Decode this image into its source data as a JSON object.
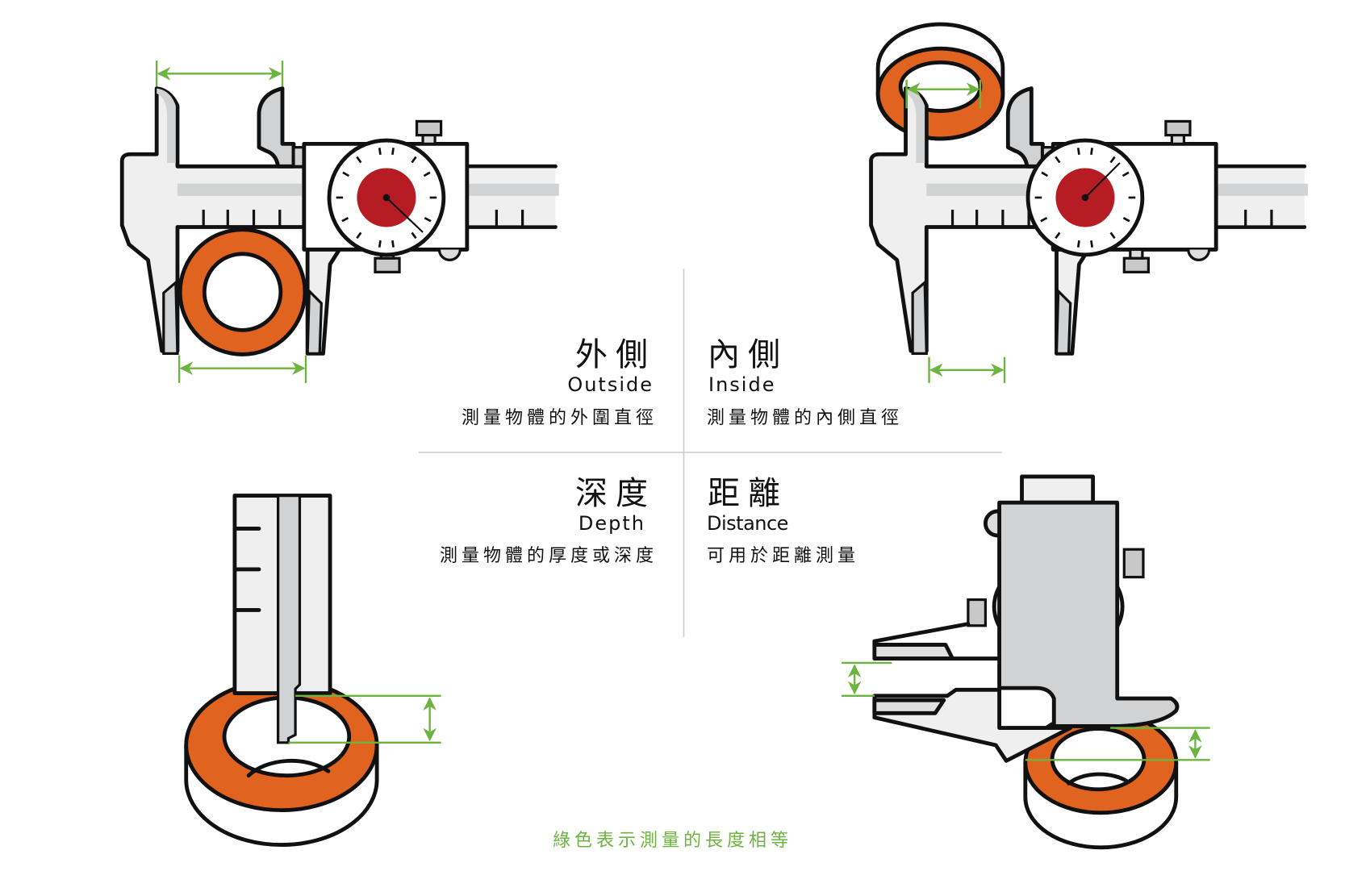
{
  "colors": {
    "measure_green": "#6db33f",
    "ring_orange": "#e0641f",
    "dial_red": "#b51c24",
    "body_light": "#efefef",
    "body_mid": "#d1d2d4",
    "outline": "#111111",
    "divider": "#cccccc"
  },
  "panels": {
    "outside": {
      "title": "外側",
      "subtitle": "Outside",
      "description": "測量物體的外圍直徑"
    },
    "inside": {
      "title": "內側",
      "subtitle": "Inside",
      "description": "測量物體的內側直徑"
    },
    "depth": {
      "title": "深度",
      "subtitle": "Depth",
      "description": "測量物體的厚度或深度"
    },
    "distance": {
      "title": "距離",
      "subtitle": "Distance",
      "description": "可用於距離測量"
    }
  },
  "footer": {
    "note": "綠色表示測量的長度相等"
  },
  "icons": {
    "outside": "dial-caliper-outside-measure-icon",
    "inside": "dial-caliper-inside-measure-icon",
    "depth": "caliper-depth-rod-icon",
    "distance": "caliper-step-measure-icon"
  }
}
